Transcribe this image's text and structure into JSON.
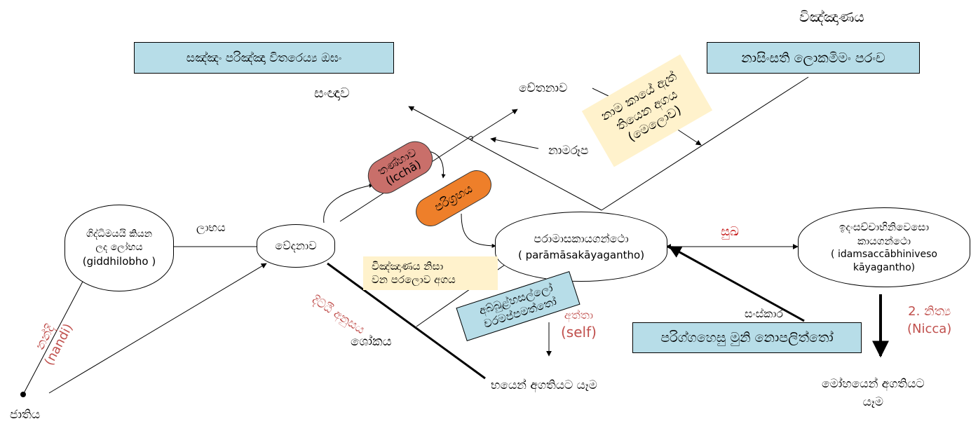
{
  "labels": {
    "vinnana_top": "විඤ්ඤාණය",
    "sangnava": "සංඥාව",
    "chethanava": "චේතනාව",
    "namarupa": "නාමරූප",
    "labhaya": "ලාභය",
    "suha": "සුඛ",
    "sankhara": "සංස්කාර",
    "nicca_line1": "2. නිත්‍ය",
    "nicca_line2": "(Nicca)",
    "atta_line1": "අත්තා",
    "atta_line2": "(self)",
    "shokaya": "ශෝකය",
    "bhayen": "භයෙන් අගතියට යෑම",
    "mohayen_line1": "මෝහයෙන් අගතියට",
    "mohayen_line2": "යෑම",
    "jathiya": "ජාතිය",
    "nandi_line1": "නන්දි",
    "nandi_line2": "(nandi)",
    "ditthi": "දිට්ඨි අනුසය"
  },
  "boxes": {
    "top_left": "සඤ්ඤං පරිඤ්ඤා විතරෙය්‍ය ඔඝං",
    "top_right": "නාසිංසති ලොකමිමං පරංච",
    "nama_line1": "නාම කායේ ඇත්",
    "nama_line2": "තියෙන අගය",
    "nama_line3": "(මෙලොව)",
    "paraloka_line1": "විඤ්ඤාණය නිසා",
    "paraloka_line2": "වන පරලොව අගය",
    "abbula_line1": "අබ්බුළ්හසල්ලෝ",
    "abbula_line2": "චරමප්පමත්තෝ",
    "pariggaha": "පරිග්ගහෙසු මුනි නොපලිත්තෝ"
  },
  "nodes": {
    "giddhi_line1": "ගිද්ධිමයයි කියන",
    "giddhi_line2": "ලද ලෝභය",
    "giddhi_line3": "(giddhilobho )",
    "vedanava": "වේදනාව",
    "paramasa_line1": "පරාමාසකායගන්ථො",
    "paramasa_line2": "( parāmāsakāyagantho)",
    "idam_line1": "ඉදංසච්චාභිනිවෙසො",
    "idam_line2": "කායගන්ථො",
    "idam_line3": "( idamsaccābhiniveso",
    "idam_line4": "kāyagantho)",
    "tanha_line1": "තණ්හාව",
    "tanha_line2": "(Icchā)",
    "pariggrahaya": "පරිග්‍රහය"
  },
  "colors": {
    "blue_box": "#b7dde8",
    "cream_box": "#fff2cc",
    "tanha_pill": "#c96f6a",
    "pariggrahaya_pill": "#ee7f2a",
    "red_text": "#c0504d",
    "dark_red_text": "#c00000"
  }
}
